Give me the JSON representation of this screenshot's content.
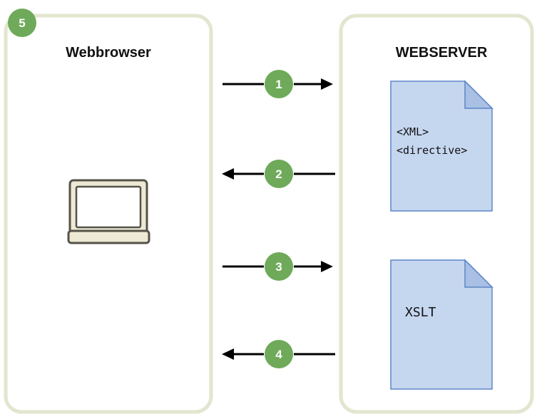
{
  "browser_panel": {
    "title": "Webbrowser",
    "badge": "5"
  },
  "server_panel": {
    "title": "WEBSERVER"
  },
  "steps": [
    {
      "number": "1",
      "direction": "to-server"
    },
    {
      "number": "2",
      "direction": "to-browser"
    },
    {
      "number": "3",
      "direction": "to-server"
    },
    {
      "number": "4",
      "direction": "to-browser"
    }
  ],
  "documents": {
    "xml_doc": {
      "line1": "<XML>",
      "line2": "<directive>"
    },
    "xslt_doc": {
      "label": "XSLT"
    }
  },
  "icons": {
    "laptop": "laptop-icon",
    "document": "document-icon"
  },
  "colors": {
    "panel_border": "#e3e6cf",
    "step_badge": "#6eaa59",
    "document_fill": "#c5d6ef",
    "document_stroke": "#5c86c7"
  }
}
